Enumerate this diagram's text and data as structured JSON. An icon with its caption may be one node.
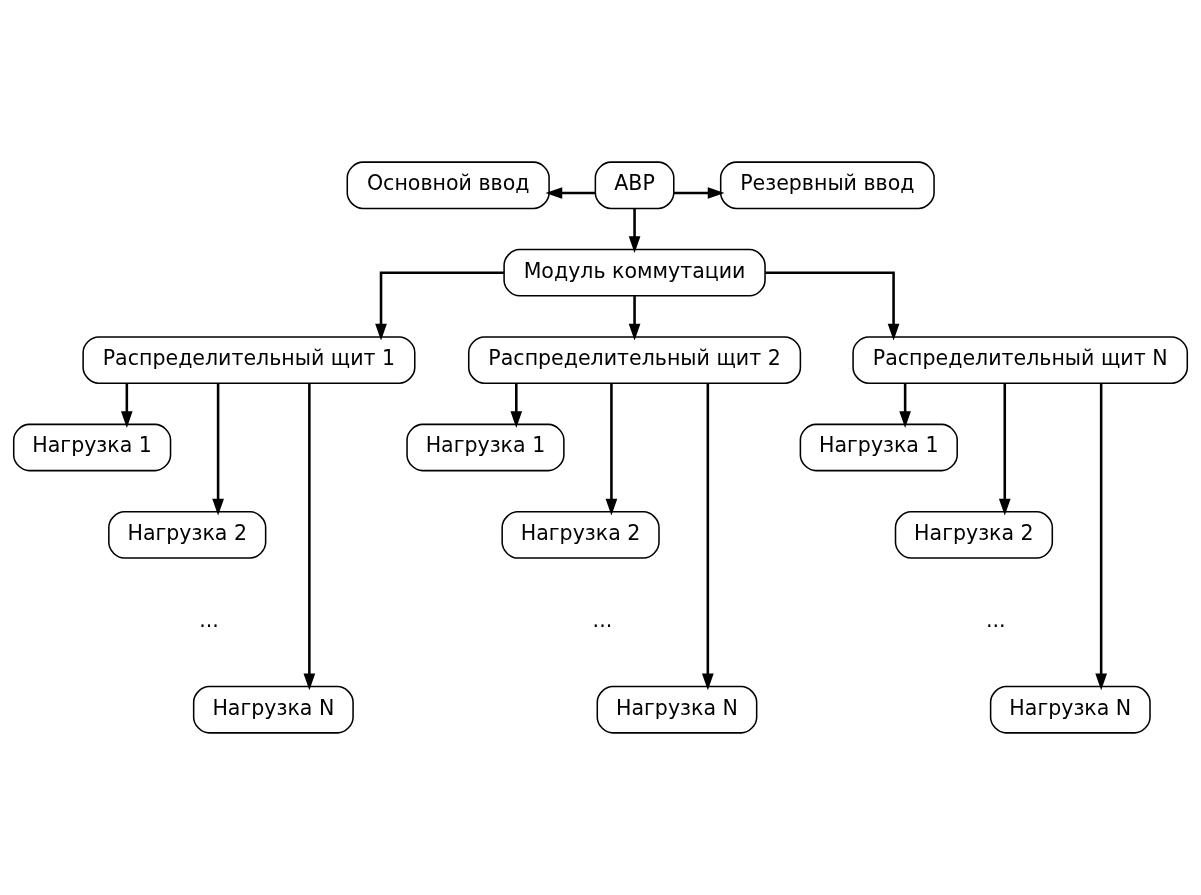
{
  "diagram": {
    "nodes": [
      {
        "text": [
          "Основной ввод"
        ]
      },
      {
        "text": [
          "АВР"
        ]
      },
      {
        "text": [
          "Резервный ввод"
        ]
      },
      {
        "text": [
          "Модуль коммутации"
        ]
      },
      {
        "text": [
          "Распределительный щит 1"
        ]
      },
      {
        "text": [
          "Распределительный щит 2"
        ]
      },
      {
        "text": [
          "Распределительный щит N"
        ]
      },
      {
        "text": [
          "Нагрузка 1"
        ]
      },
      {
        "text": [
          "Нагрузка 2"
        ]
      },
      {
        "text": [
          "Нагрузка N"
        ]
      },
      {
        "text": [
          "Нагрузка 1"
        ]
      },
      {
        "text": [
          "Нагрузка 2"
        ]
      },
      {
        "text": [
          "Нагрузка N"
        ]
      },
      {
        "text": [
          "Нагрузка 1"
        ]
      },
      {
        "text": [
          "Нагрузка 2"
        ]
      },
      {
        "text": [
          "Нагрузка N"
        ]
      }
    ],
    "edges": [
      {
        "from": 1,
        "to": 0,
        "arrow": "to"
      },
      {
        "from": 1,
        "to": 2,
        "arrow": "to"
      },
      {
        "from": 1,
        "to": 3,
        "arrow": "to"
      },
      {
        "from": 3,
        "to": 4,
        "arrow": "to"
      },
      {
        "from": 3,
        "to": 5,
        "arrow": "to"
      },
      {
        "from": 3,
        "to": 6,
        "arrow": "to"
      },
      {
        "from": 4,
        "to": 7,
        "arrow": "to"
      },
      {
        "from": 4,
        "to": 8,
        "arrow": "to"
      },
      {
        "from": 4,
        "to": 9,
        "arrow": "to"
      },
      {
        "from": 5,
        "to": 10,
        "arrow": "to"
      },
      {
        "from": 5,
        "to": 11,
        "arrow": "to"
      },
      {
        "from": 5,
        "to": 12,
        "arrow": "to"
      },
      {
        "from": 6,
        "to": 13,
        "arrow": "to"
      },
      {
        "from": 6,
        "to": 14,
        "arrow": "to"
      },
      {
        "from": 6,
        "to": 15,
        "arrow": "to"
      }
    ],
    "labels": [
      "...",
      "...",
      "..."
    ]
  }
}
